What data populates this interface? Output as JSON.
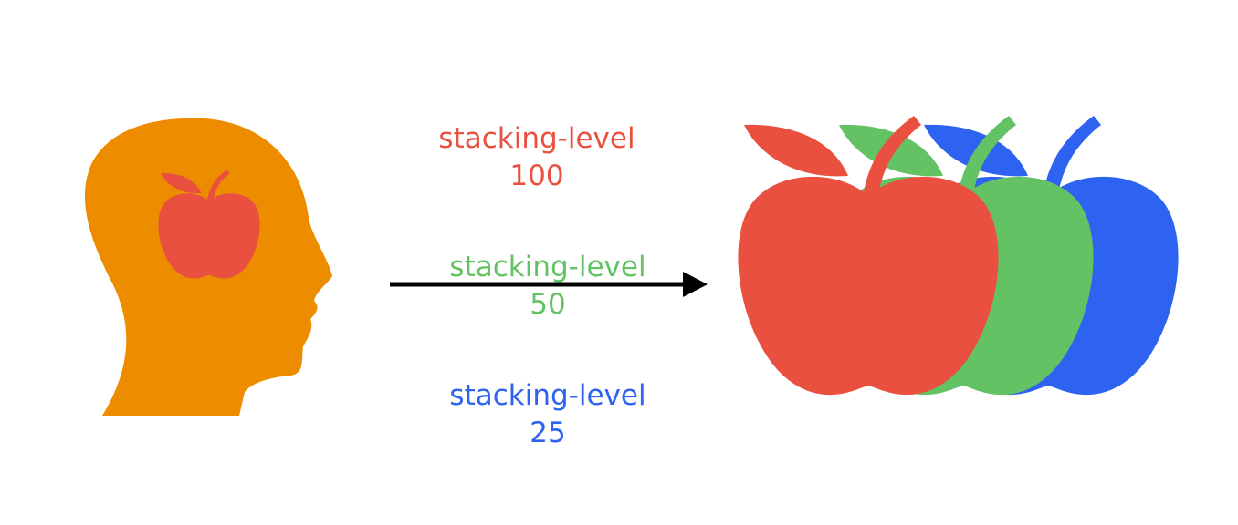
{
  "colors": {
    "head": "#ee8c00",
    "red": "#ea503f",
    "green": "#63c263",
    "blue": "#2d63f0",
    "arrow": "#000000",
    "background": "#ffffff"
  },
  "icons": {
    "head": "head-silhouette-icon",
    "thought_apple": "apple-icon",
    "apples": [
      "apple-icon",
      "apple-icon",
      "apple-icon"
    ]
  },
  "labels": [
    {
      "text": "stacking-level",
      "value": "100",
      "color": "#ea503f"
    },
    {
      "text": "stacking-level",
      "value": "50",
      "color": "#63c263"
    },
    {
      "text": "stacking-level",
      "value": "25",
      "color": "#2d63f0"
    }
  ]
}
